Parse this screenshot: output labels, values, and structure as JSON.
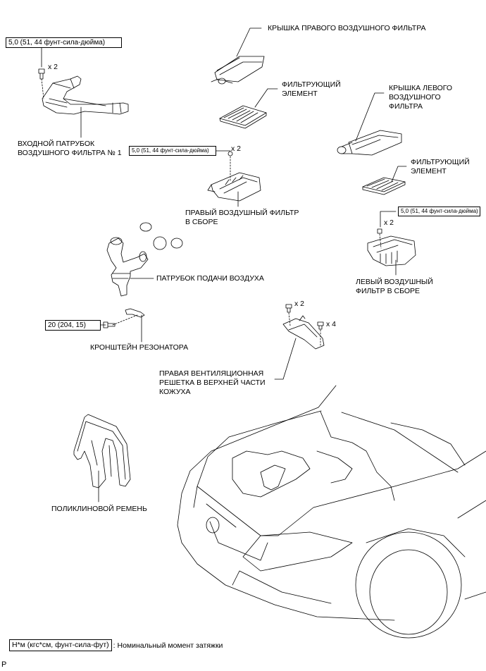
{
  "diagram": {
    "type": "exploded-parts-diagram",
    "parts": [
      {
        "id": "right-cover",
        "label": "КРЫШКА ПРАВОГО ВОЗДУШНОГО ФИЛЬТРА"
      },
      {
        "id": "right-element",
        "label_lines": [
          "ФИЛЬТРУЮЩИЙ",
          "ЭЛЕМЕНТ"
        ]
      },
      {
        "id": "left-cover",
        "label_lines": [
          "КРЫШКА ЛЕВОГО",
          "ВОЗДУШНОГО",
          "ФИЛЬТРА"
        ]
      },
      {
        "id": "left-element",
        "label_lines": [
          "ФИЛЬТРУЮЩИЙ",
          "ЭЛЕМЕНТ"
        ]
      },
      {
        "id": "inlet-duct",
        "label_lines": [
          "ВХОДНОЙ ПАТРУБОК",
          "ВОЗДУШНОГО ФИЛЬТРА № 1"
        ]
      },
      {
        "id": "right-assy",
        "label_lines": [
          "ПРАВЫЙ ВОЗДУШНЫЙ ФИЛЬТР",
          "В СБОРЕ"
        ]
      },
      {
        "id": "left-assy",
        "label_lines": [
          "ЛЕВЫЙ ВОЗДУШНЫЙ",
          "ФИЛЬТР В СБОРЕ"
        ]
      },
      {
        "id": "intake-pipe",
        "label": "ПАТРУБОК ПОДАЧИ ВОЗДУХА"
      },
      {
        "id": "resonator-bracket",
        "label": "КРОНШТЕЙН РЕЗОНАТОРА"
      },
      {
        "id": "cowl-grille",
        "label_lines": [
          "ПРАВАЯ ВЕНТИЛЯЦИОННАЯ",
          "РЕШЕТКА В ВЕРХНЕЙ ЧАСТИ",
          "КОЖУХА"
        ]
      },
      {
        "id": "v-ribbed-belt",
        "label": "ПОЛИКЛИНОВОЙ РЕМЕНЬ"
      }
    ],
    "torques": {
      "inlet_duct": "5,0 (51, 44 фунт-сила-дюйма)",
      "right_assy": "5,0 (51, 44 фунт-сила-дюйма)",
      "left_assy": "5,0 (51, 44 фунт-сила-дюйма)",
      "bracket": "20 (204, 15)"
    },
    "quantities": {
      "inlet_duct_bolts": "x 2",
      "right_assy_nuts": "x 2",
      "left_assy_nuts": "x 2",
      "grille_clips_a": "x 2",
      "grille_clips_b": "x 4"
    },
    "legend": {
      "box": "Н*м (кгс*см, фунт-сила-фут)",
      "text": ": Номинальный момент затяжки"
    },
    "corner_mark": "P"
  }
}
